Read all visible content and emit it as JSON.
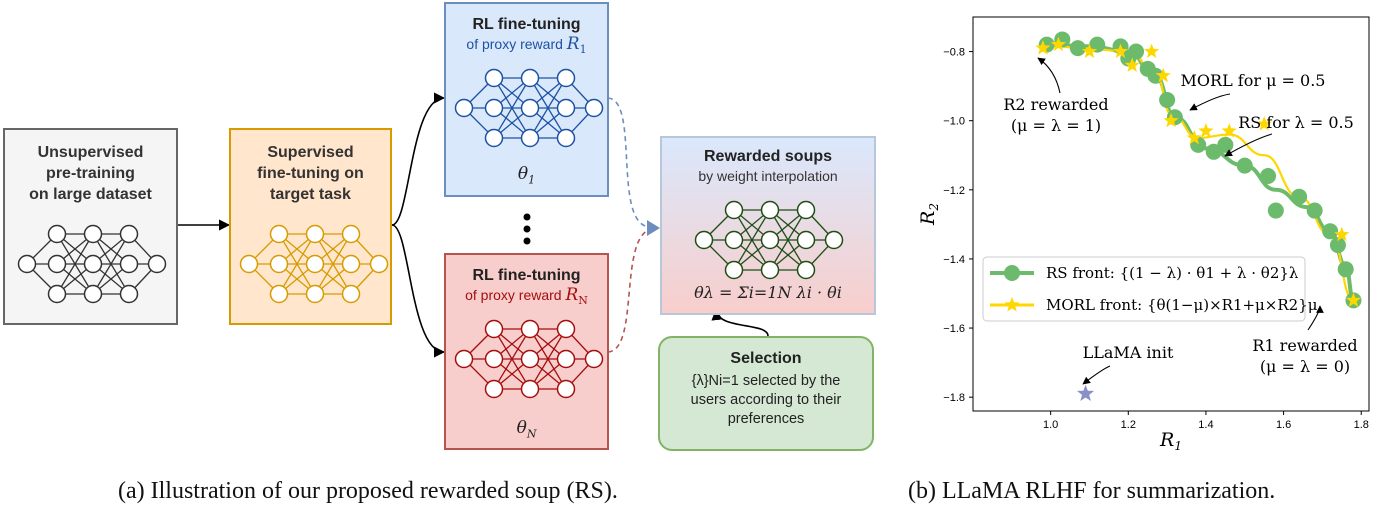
{
  "diagram": {
    "unsup": {
      "line1": "Unsupervised",
      "line2": "pre-training",
      "line3": "on large dataset"
    },
    "sup": {
      "line1": "Supervised",
      "line2": "fine-tuning on",
      "line3": "target task"
    },
    "rl1": {
      "title": "RL fine-tuning",
      "subtitle": "of proxy reward",
      "reward_symbol": "R",
      "reward_index": "1",
      "theta": "θ",
      "theta_index": "1"
    },
    "rlN": {
      "title": "RL fine-tuning",
      "subtitle": "of proxy reward",
      "reward_symbol": "R",
      "reward_index": "N",
      "theta": "θ",
      "theta_index": "N"
    },
    "soups": {
      "title": "Rewarded soups",
      "subtitle": "by weight interpolation",
      "formula": "θλ = Σi=1N λi · θi"
    },
    "selection": {
      "title": "Selection",
      "line1": "{λ}Ni=1 selected by the",
      "line2": "users according to their",
      "line3": "preferences"
    },
    "colors": {
      "gray": "#666666",
      "orange": "#d79b00",
      "blue": "#1d52a3",
      "red": "#a50e0e",
      "green_dark": "#1f4e14"
    }
  },
  "captions": {
    "a": "(a) Illustration of our proposed rewarded soup (RS).",
    "b": "(b) LLaMA RLHF for summarization."
  },
  "chart_data": {
    "type": "scatter",
    "xlabel": "R1",
    "ylabel": "R2",
    "xlim": [
      0.8,
      1.82
    ],
    "ylim": [
      -1.84,
      -0.7
    ],
    "xticks": [
      "1.0",
      "1.2",
      "1.4",
      "1.6",
      "1.8"
    ],
    "yticks": [
      "−0.8",
      "−1.0",
      "−1.2",
      "−1.4",
      "−1.6",
      "−1.8"
    ],
    "legend_position": "lower-left",
    "series": [
      {
        "name": "RS front: {(1 − λ) · θ1 + λ · θ2}λ",
        "marker": "circle",
        "color": "#6cba6c",
        "points": [
          [
            0.99,
            -0.78
          ],
          [
            1.03,
            -0.765
          ],
          [
            1.07,
            -0.79
          ],
          [
            1.12,
            -0.78
          ],
          [
            1.18,
            -0.785
          ],
          [
            1.2,
            -0.82
          ],
          [
            1.22,
            -0.8
          ],
          [
            1.25,
            -0.85
          ],
          [
            1.27,
            -0.87
          ],
          [
            1.3,
            -0.94
          ],
          [
            1.32,
            -0.99
          ],
          [
            1.38,
            -1.07
          ],
          [
            1.42,
            -1.09
          ],
          [
            1.45,
            -1.07
          ],
          [
            1.5,
            -1.13
          ],
          [
            1.56,
            -1.16
          ],
          [
            1.58,
            -1.26
          ],
          [
            1.64,
            -1.22
          ],
          [
            1.68,
            -1.26
          ],
          [
            1.72,
            -1.32
          ],
          [
            1.74,
            -1.36
          ],
          [
            1.76,
            -1.43
          ],
          [
            1.78,
            -1.52
          ]
        ]
      },
      {
        "name": "MORL front: {θ(1−μ)×R1+μ×R2}μ",
        "marker": "star",
        "color": "#ffd700",
        "points": [
          [
            0.98,
            -0.79
          ],
          [
            1.02,
            -0.78
          ],
          [
            1.1,
            -0.8
          ],
          [
            1.18,
            -0.8
          ],
          [
            1.21,
            -0.84
          ],
          [
            1.26,
            -0.8
          ],
          [
            1.29,
            -0.87
          ],
          [
            1.31,
            -1.0
          ],
          [
            1.37,
            -1.05
          ],
          [
            1.4,
            -1.03
          ],
          [
            1.46,
            -1.03
          ],
          [
            1.55,
            -1.01
          ],
          [
            1.75,
            -1.33
          ],
          [
            1.78,
            -1.52
          ]
        ]
      },
      {
        "name": "LLaMA init",
        "marker": "star",
        "color": "#8a8fc8",
        "points": [
          [
            1.09,
            -1.79
          ]
        ]
      }
    ],
    "annotations": [
      {
        "text": "R2 rewarded",
        "text2": "(μ = λ = 1)"
      },
      {
        "text": "MORL for μ = 0.5"
      },
      {
        "text": "RS for λ = 0.5"
      },
      {
        "text": "R1 rewarded",
        "text2": "(μ = λ = 0)"
      },
      {
        "text": "LLaMA init"
      }
    ]
  }
}
